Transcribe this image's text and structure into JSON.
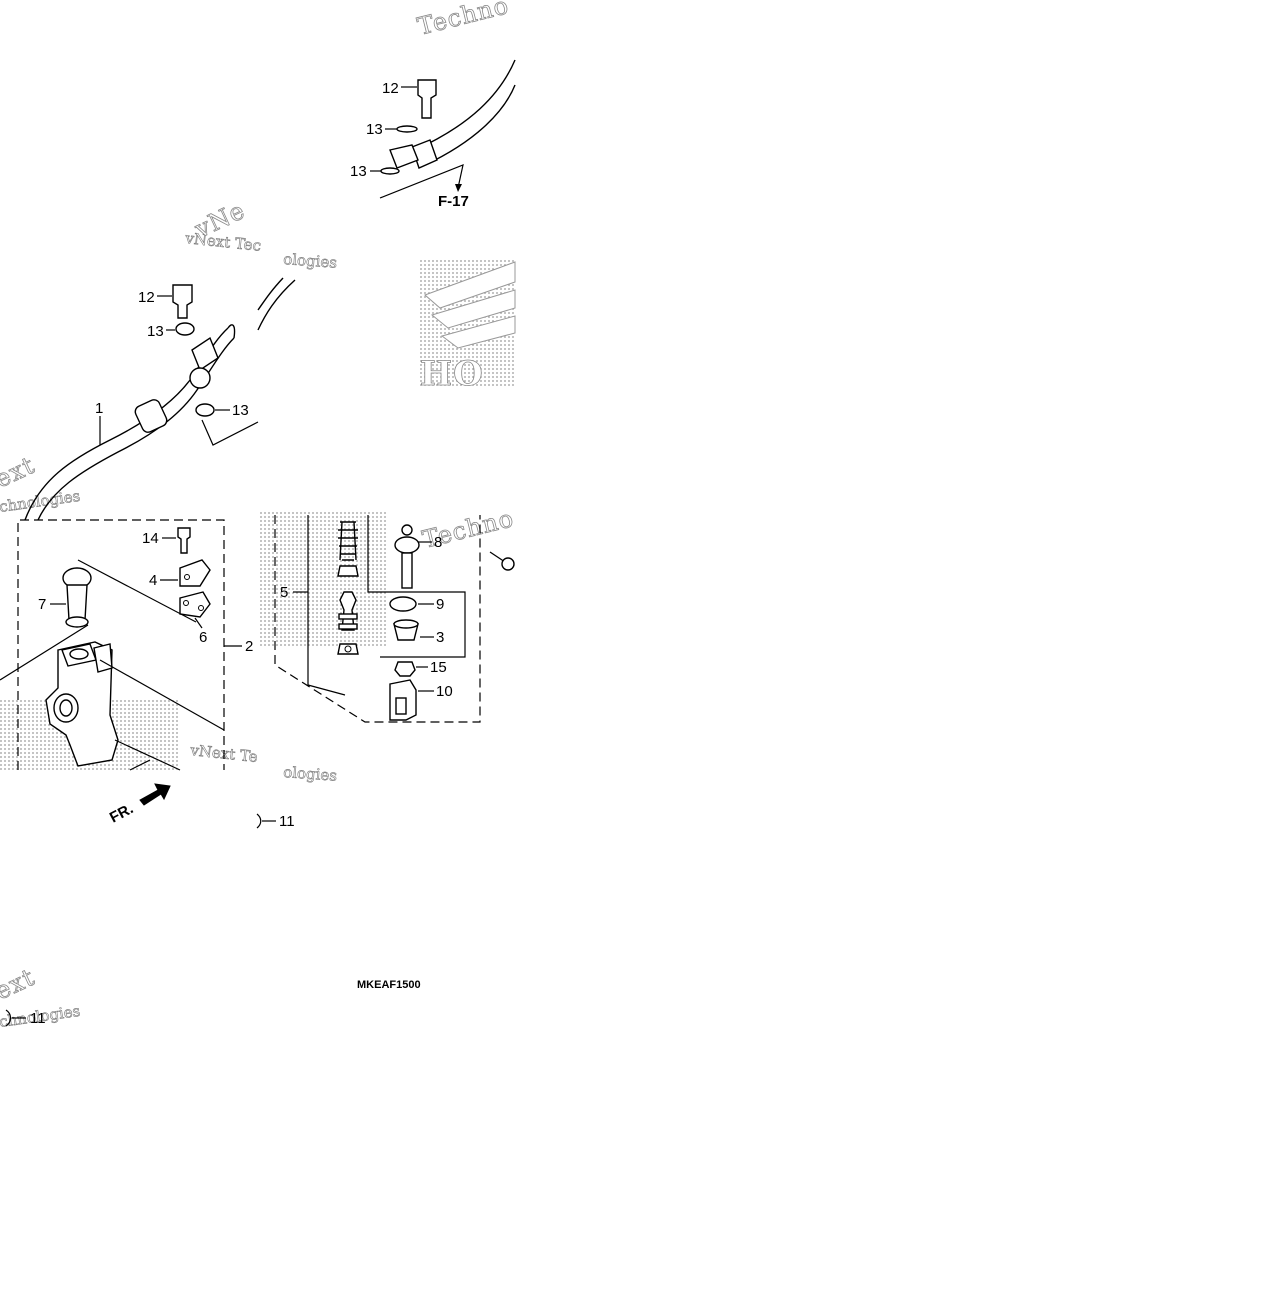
{
  "diagram": {
    "code": "MKEAF1500",
    "reference": "F-17",
    "direction_label": "FR.",
    "callouts": {
      "c1": "1",
      "c2": "2",
      "c3": "3",
      "c4": "4",
      "c5": "5",
      "c6": "6",
      "c7": "7",
      "c8": "8",
      "c9": "9",
      "c10": "10",
      "c11a": "11",
      "c11b": "11",
      "c12a": "12",
      "c12b": "12",
      "c13a": "13",
      "c13b": "13",
      "c13c": "13",
      "c13d": "13",
      "c14": "14",
      "c15": "15"
    },
    "watermarks": {
      "w1": "Techno",
      "w2": "vNext Tec",
      "w3": "ologies",
      "w4": "vNe",
      "w5": "ext",
      "w6": "chnologies",
      "w7": "Techno",
      "w8": "vNext Te",
      "w9": "ologies",
      "w10": "ext",
      "w11": "chnologies",
      "w12": "HO"
    },
    "colors": {
      "line": "#000000",
      "background": "#ffffff",
      "watermark": "#888888"
    }
  }
}
